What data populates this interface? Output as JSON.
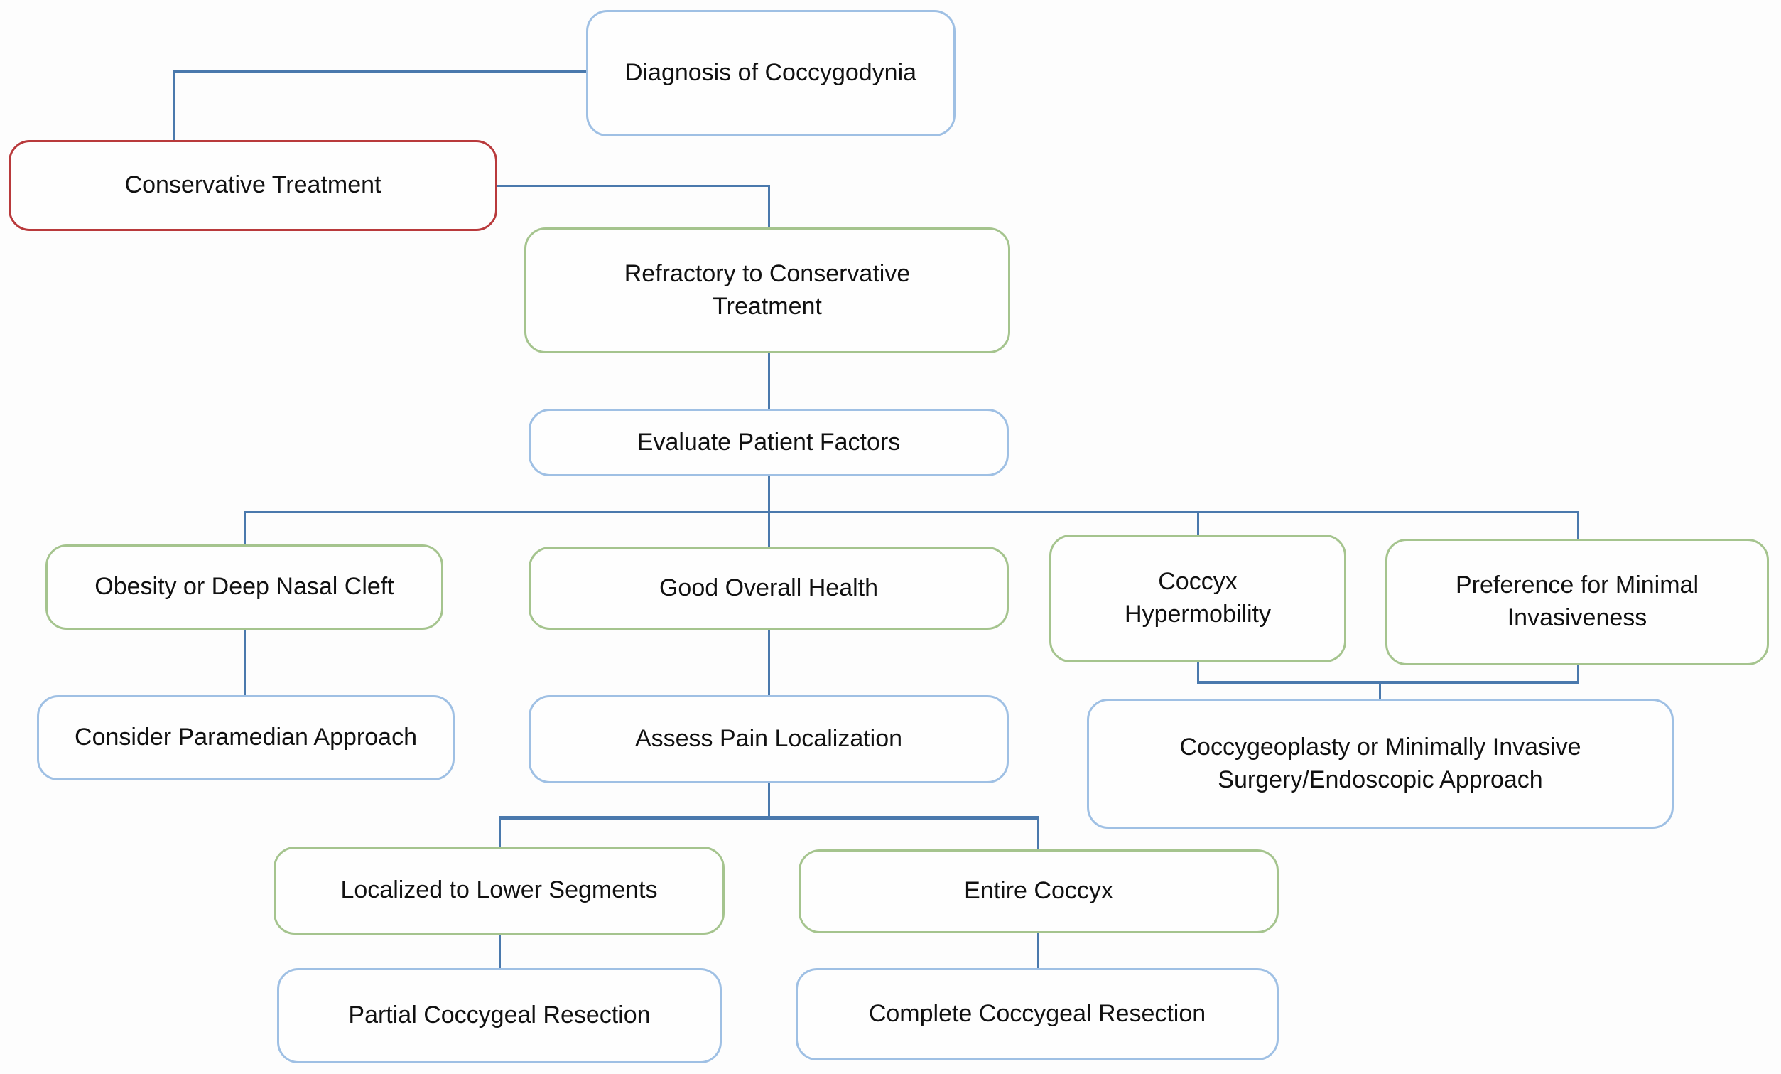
{
  "figure_type": "flowchart",
  "colors": {
    "background": "#fdfdfd",
    "box_blue": "#9fc0e4",
    "box_green": "#a5c48e",
    "box_red": "#b93a3c",
    "connector": "#4a79ad",
    "text": "#111111"
  },
  "nodes": {
    "diagnosis": {
      "label": "Diagnosis of Coccygodynia",
      "border": "blue"
    },
    "conservative": {
      "label": "Conservative Treatment",
      "border": "red"
    },
    "refractory": {
      "label": "Refractory to Conservative\nTreatment",
      "border": "green"
    },
    "evaluate": {
      "label": "Evaluate Patient Factors",
      "border": "blue"
    },
    "obesity": {
      "label": "Obesity or Deep Nasal Cleft",
      "border": "green"
    },
    "good_health": {
      "label": "Good Overall Health",
      "border": "green"
    },
    "coccyx_hypermobility": {
      "label": "Coccyx\nHypermobility",
      "border": "green"
    },
    "preference_minimal": {
      "label": "Preference for Minimal\nInvasiveness",
      "border": "green"
    },
    "paramedian": {
      "label": "Consider Paramedian Approach",
      "border": "blue"
    },
    "assess_pain": {
      "label": "Assess Pain Localization",
      "border": "blue"
    },
    "coccygeoplasty": {
      "label": "Coccygeoplasty or Minimally Invasive\nSurgery/Endoscopic Approach",
      "border": "blue"
    },
    "localized": {
      "label": "Localized to Lower Segments",
      "border": "green"
    },
    "entire": {
      "label": "Entire Coccyx",
      "border": "green"
    },
    "partial": {
      "label": "Partial Coccygeal Resection",
      "border": "blue"
    },
    "complete": {
      "label": "Complete Coccygeal Resection",
      "border": "blue"
    }
  }
}
